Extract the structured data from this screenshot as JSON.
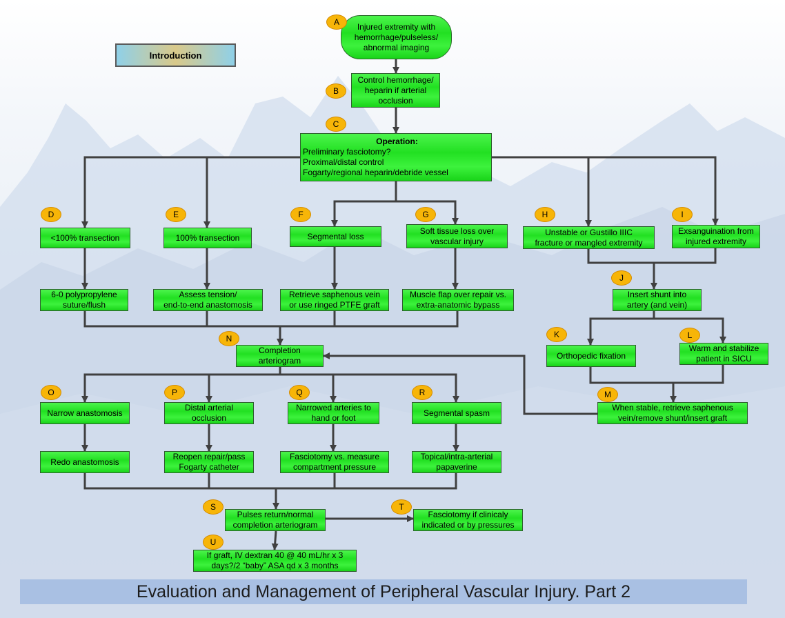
{
  "intro_button": "Introduction",
  "footer_title": "Evaluation and Management of Peripheral Vascular Injury. Part 2",
  "colors": {
    "node_fill": "#22e022",
    "badge_fill": "#f7b508",
    "line": "#404040",
    "title_bar": "#a9c0e3"
  },
  "nodes": {
    "A": {
      "lines": [
        "Injured extremity with",
        "hemorrhage/pulseless/",
        "abnormal imaging"
      ]
    },
    "B": {
      "lines": [
        "Control hemorrhage/",
        "heparin if arterial",
        "occlusion"
      ]
    },
    "C": {
      "heading": "Operation:",
      "lines": [
        "Preliminary fasciotomy?",
        "Proximal/distal control",
        "Fogarty/regional heparin/debride vessel"
      ]
    },
    "D": {
      "lines": [
        "<100% transection"
      ]
    },
    "D2": {
      "lines": [
        "6-0 polypropylene",
        "suture/flush"
      ]
    },
    "E": {
      "lines": [
        "100% transection"
      ]
    },
    "E2": {
      "lines": [
        "Assess tension/",
        "end-to-end anastomosis"
      ]
    },
    "F": {
      "lines": [
        "Segmental loss"
      ]
    },
    "F2": {
      "lines": [
        "Retrieve saphenous vein",
        "or use ringed PTFE graft"
      ]
    },
    "G": {
      "lines": [
        "Soft tissue loss over",
        "vascular injury"
      ]
    },
    "G2": {
      "lines": [
        "Muscle flap over repair vs.",
        "extra-anatomic bypass"
      ]
    },
    "H": {
      "lines": [
        "Unstable or Gustillo IIIC",
        "fracture or mangled extremity"
      ]
    },
    "I": {
      "lines": [
        "Exsanguination from",
        "injured extremity"
      ]
    },
    "J": {
      "lines": [
        "Insert shunt into",
        "artery (and vein)"
      ]
    },
    "K": {
      "lines": [
        "Orthopedic fixation"
      ]
    },
    "L": {
      "lines": [
        "Warm and stabilize",
        "patient in SICU"
      ]
    },
    "M": {
      "lines": [
        "When stable, retrieve saphenous",
        "vein/remove shunt/insert graft"
      ]
    },
    "N": {
      "lines": [
        "Completion",
        "arteriogram"
      ]
    },
    "O": {
      "lines": [
        "Narrow anastomosis"
      ]
    },
    "O2": {
      "lines": [
        "Redo anastomosis"
      ]
    },
    "P": {
      "lines": [
        "Distal arterial",
        "occlusion"
      ]
    },
    "P2": {
      "lines": [
        "Reopen repair/pass",
        "Fogarty catheter"
      ]
    },
    "Q": {
      "lines": [
        "Narrowed arteries to",
        "hand or foot"
      ]
    },
    "Q2": {
      "lines": [
        "Fasciotomy vs. measure",
        "compartment pressure"
      ]
    },
    "R": {
      "lines": [
        "Segmental spasm"
      ]
    },
    "R2": {
      "lines": [
        "Topical/intra-arterial",
        "papaverine"
      ]
    },
    "S": {
      "lines": [
        "Pulses return/normal",
        "completion arteriogram"
      ]
    },
    "T": {
      "lines": [
        "Fasciotomy if clinicaly",
        "indicated or by pressures"
      ]
    },
    "U": {
      "lines": [
        "If graft, IV dextran 40 @ 40 mL/hr x 3",
        "days?/2 “baby” ASA qd x 3 months"
      ]
    }
  },
  "badges": [
    "A",
    "B",
    "C",
    "D",
    "E",
    "F",
    "G",
    "H",
    "I",
    "J",
    "K",
    "L",
    "M",
    "N",
    "O",
    "P",
    "Q",
    "R",
    "S",
    "T",
    "U"
  ]
}
